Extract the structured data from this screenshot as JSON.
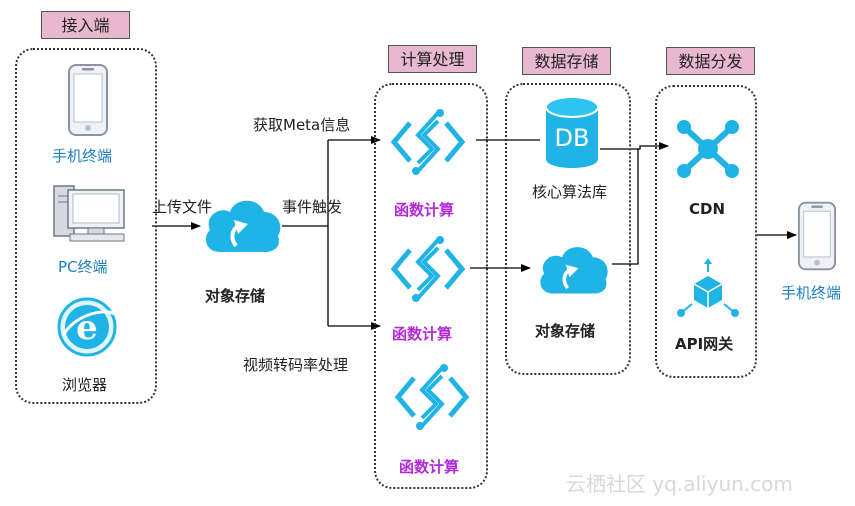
{
  "headers": {
    "access": "接入端",
    "compute": "计算处理",
    "storage": "数据存储",
    "distribution": "数据分发"
  },
  "access": {
    "phone": "手机终端",
    "pc": "PC终端",
    "browser": "浏览器"
  },
  "edges": {
    "upload": "上传文件",
    "trigger": "事件触发",
    "meta": "获取Meta信息",
    "transcode": "视频转码率处理"
  },
  "oss_label": "对象存储",
  "functions": [
    "函数计算",
    "函数计算",
    "函数计算"
  ],
  "storage": {
    "db_icon_text": "DB",
    "db_label": "核心算法库",
    "oss_label": "对象存储"
  },
  "distribution": {
    "cdn": "CDN",
    "api": "API网关"
  },
  "terminal": "手机终端",
  "watermark": "云栖社区 yq.aliyun.com",
  "colors": {
    "accent": "#1fb3e6",
    "label_blue": "#1a7fc0",
    "function_purple": "#b32ad8",
    "header_pink": "#e8b8cf"
  }
}
